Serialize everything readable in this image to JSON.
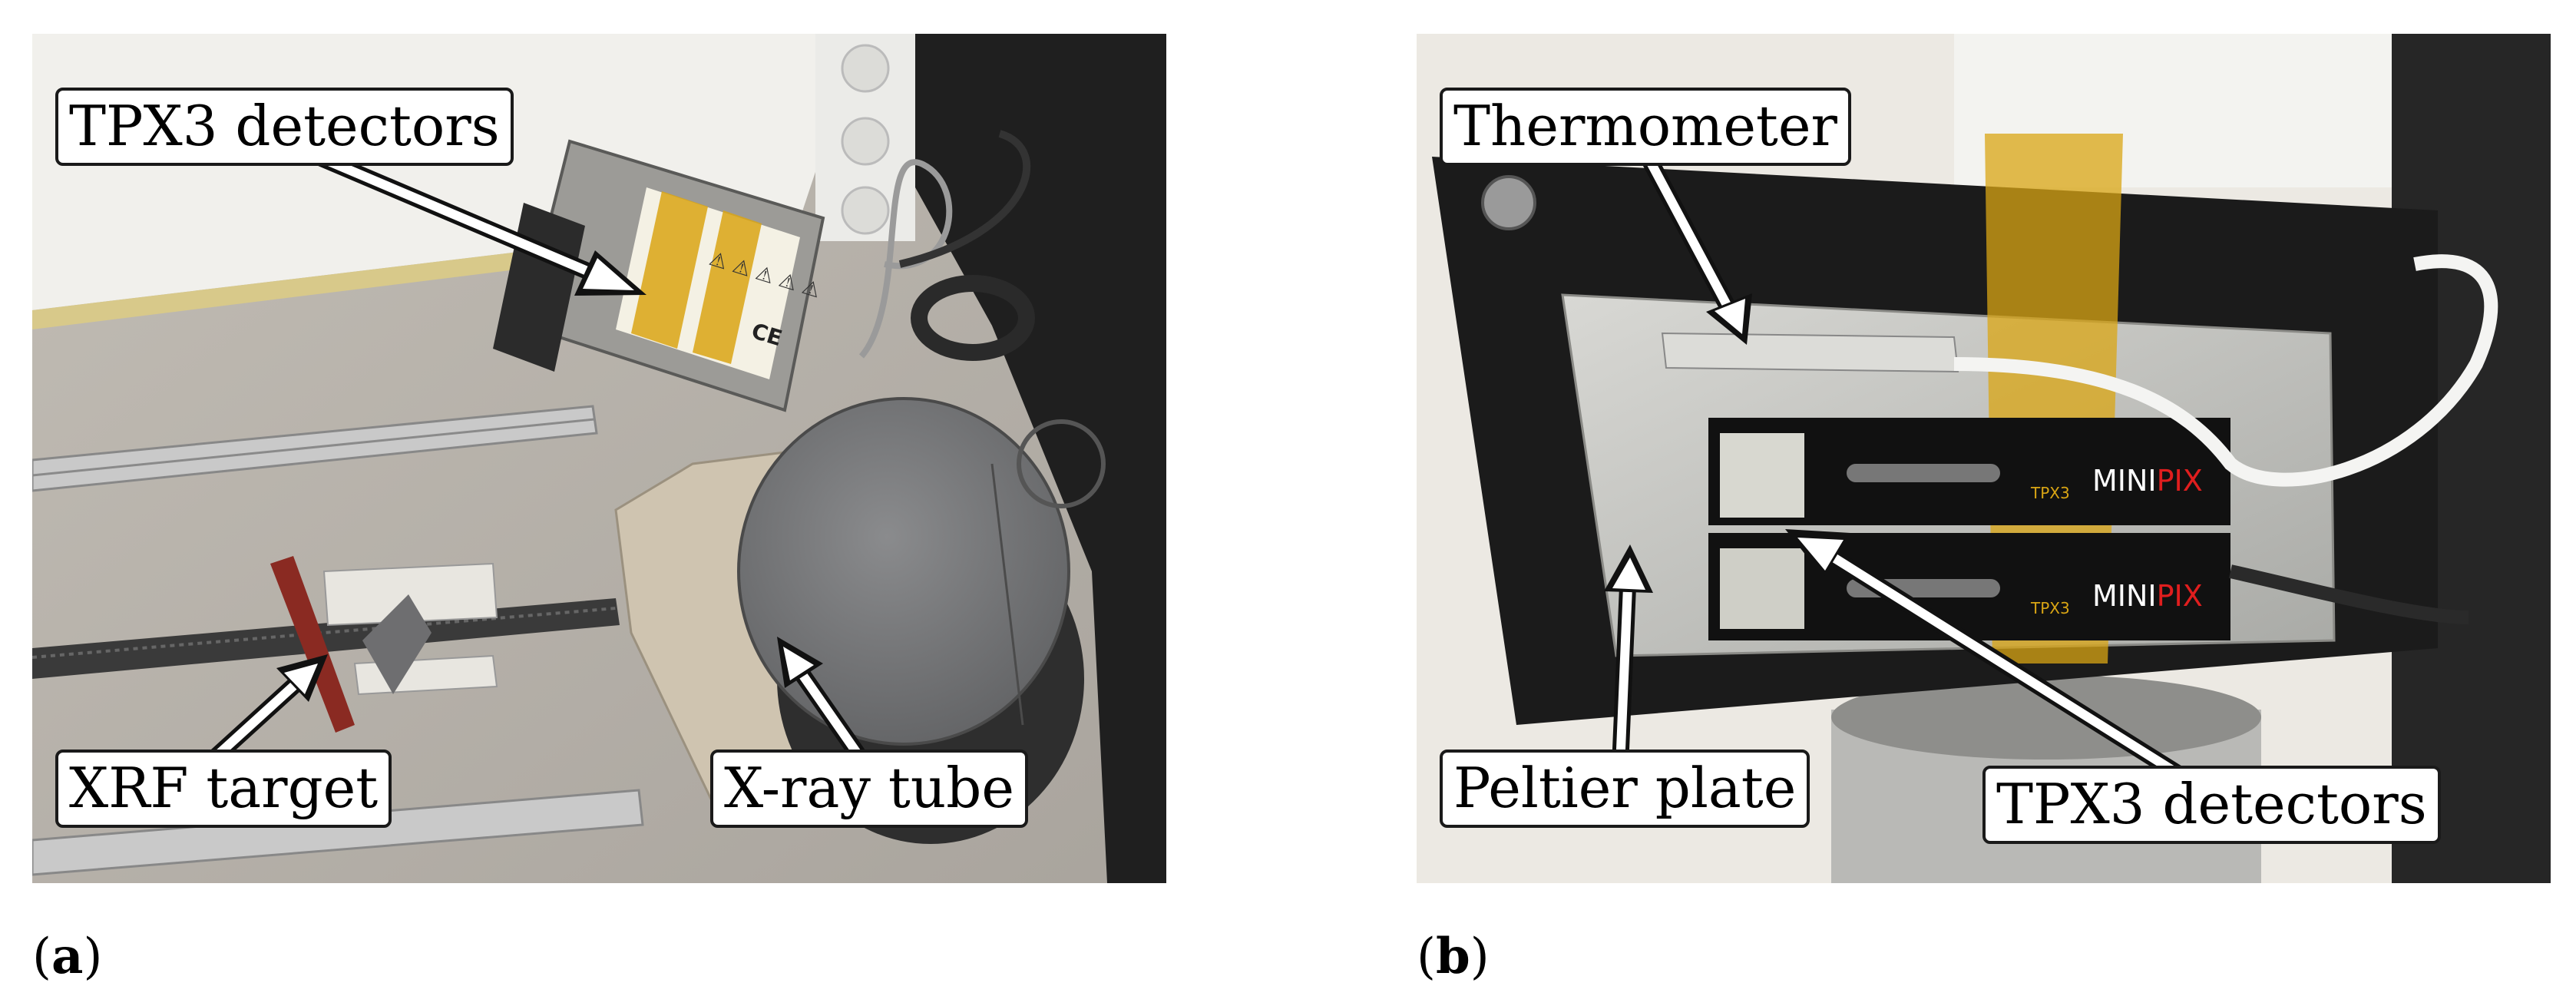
{
  "panels": [
    {
      "label_open": "(",
      "label_letter": "a",
      "label_close": ")",
      "callouts": {
        "tpx3": "TPX3 detectors",
        "xrf": "XRF target",
        "xray": "X-ray tube"
      },
      "photo_marks": {
        "tape_text": "⚠ ⚠ ⚠ ⚠ ⚠",
        "ce": "CE"
      }
    },
    {
      "label_open": "(",
      "label_letter": "b",
      "label_close": ")",
      "callouts": {
        "thermometer": "Thermometer",
        "peltier": "Peltier plate",
        "tpx3": "TPX3 detectors"
      },
      "photo_marks": {
        "brand_1": "MINI",
        "brand_2": "PIX",
        "model": "TPX3"
      }
    }
  ],
  "colors": {
    "kapton": "#d9a514",
    "lead": "#7d7e80",
    "floor": "#b7b2ab",
    "wall": "#f2f1ee",
    "foam": "#1b1b1b",
    "aluminium": "#c6c6c2",
    "minipix_red": "#e01e1e"
  }
}
